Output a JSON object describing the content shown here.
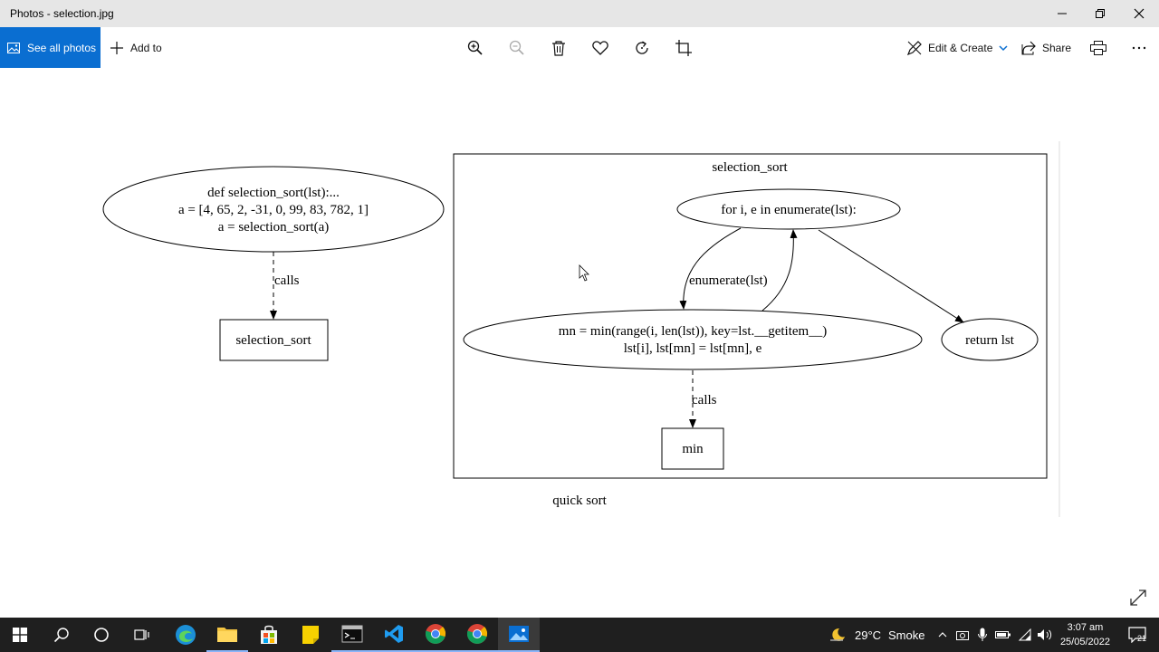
{
  "window": {
    "title": "Photos - selection.jpg"
  },
  "toolbar": {
    "see_all_label": "See all photos",
    "add_to_label": "Add to",
    "edit_create_label": "Edit & Create",
    "share_label": "Share"
  },
  "diagram": {
    "left_node_lines": [
      "def selection_sort(lst):...",
      "a = [4, 65, 2, -31, 0, 99, 83, 782, 1]",
      "a = selection_sort(a)"
    ],
    "left_edge_label": "calls",
    "left_callee": "selection_sort",
    "cluster_label": "selection_sort",
    "for_node": "for i, e in enumerate(lst):",
    "enumerate_label": "enumerate(lst)",
    "body_node_lines": [
      "mn = min(range(i, len(lst)), key=lst.__getitem__)",
      "lst[i], lst[mn] = lst[mn], e"
    ],
    "return_node": "return lst",
    "min_edge_label": "calls",
    "min_node": "min",
    "caption": "quick sort"
  },
  "taskbar": {
    "weather_temp": "29°C",
    "weather_desc": "Smoke",
    "time": "3:07 am",
    "date": "25/05/2022",
    "notifications": "21"
  }
}
